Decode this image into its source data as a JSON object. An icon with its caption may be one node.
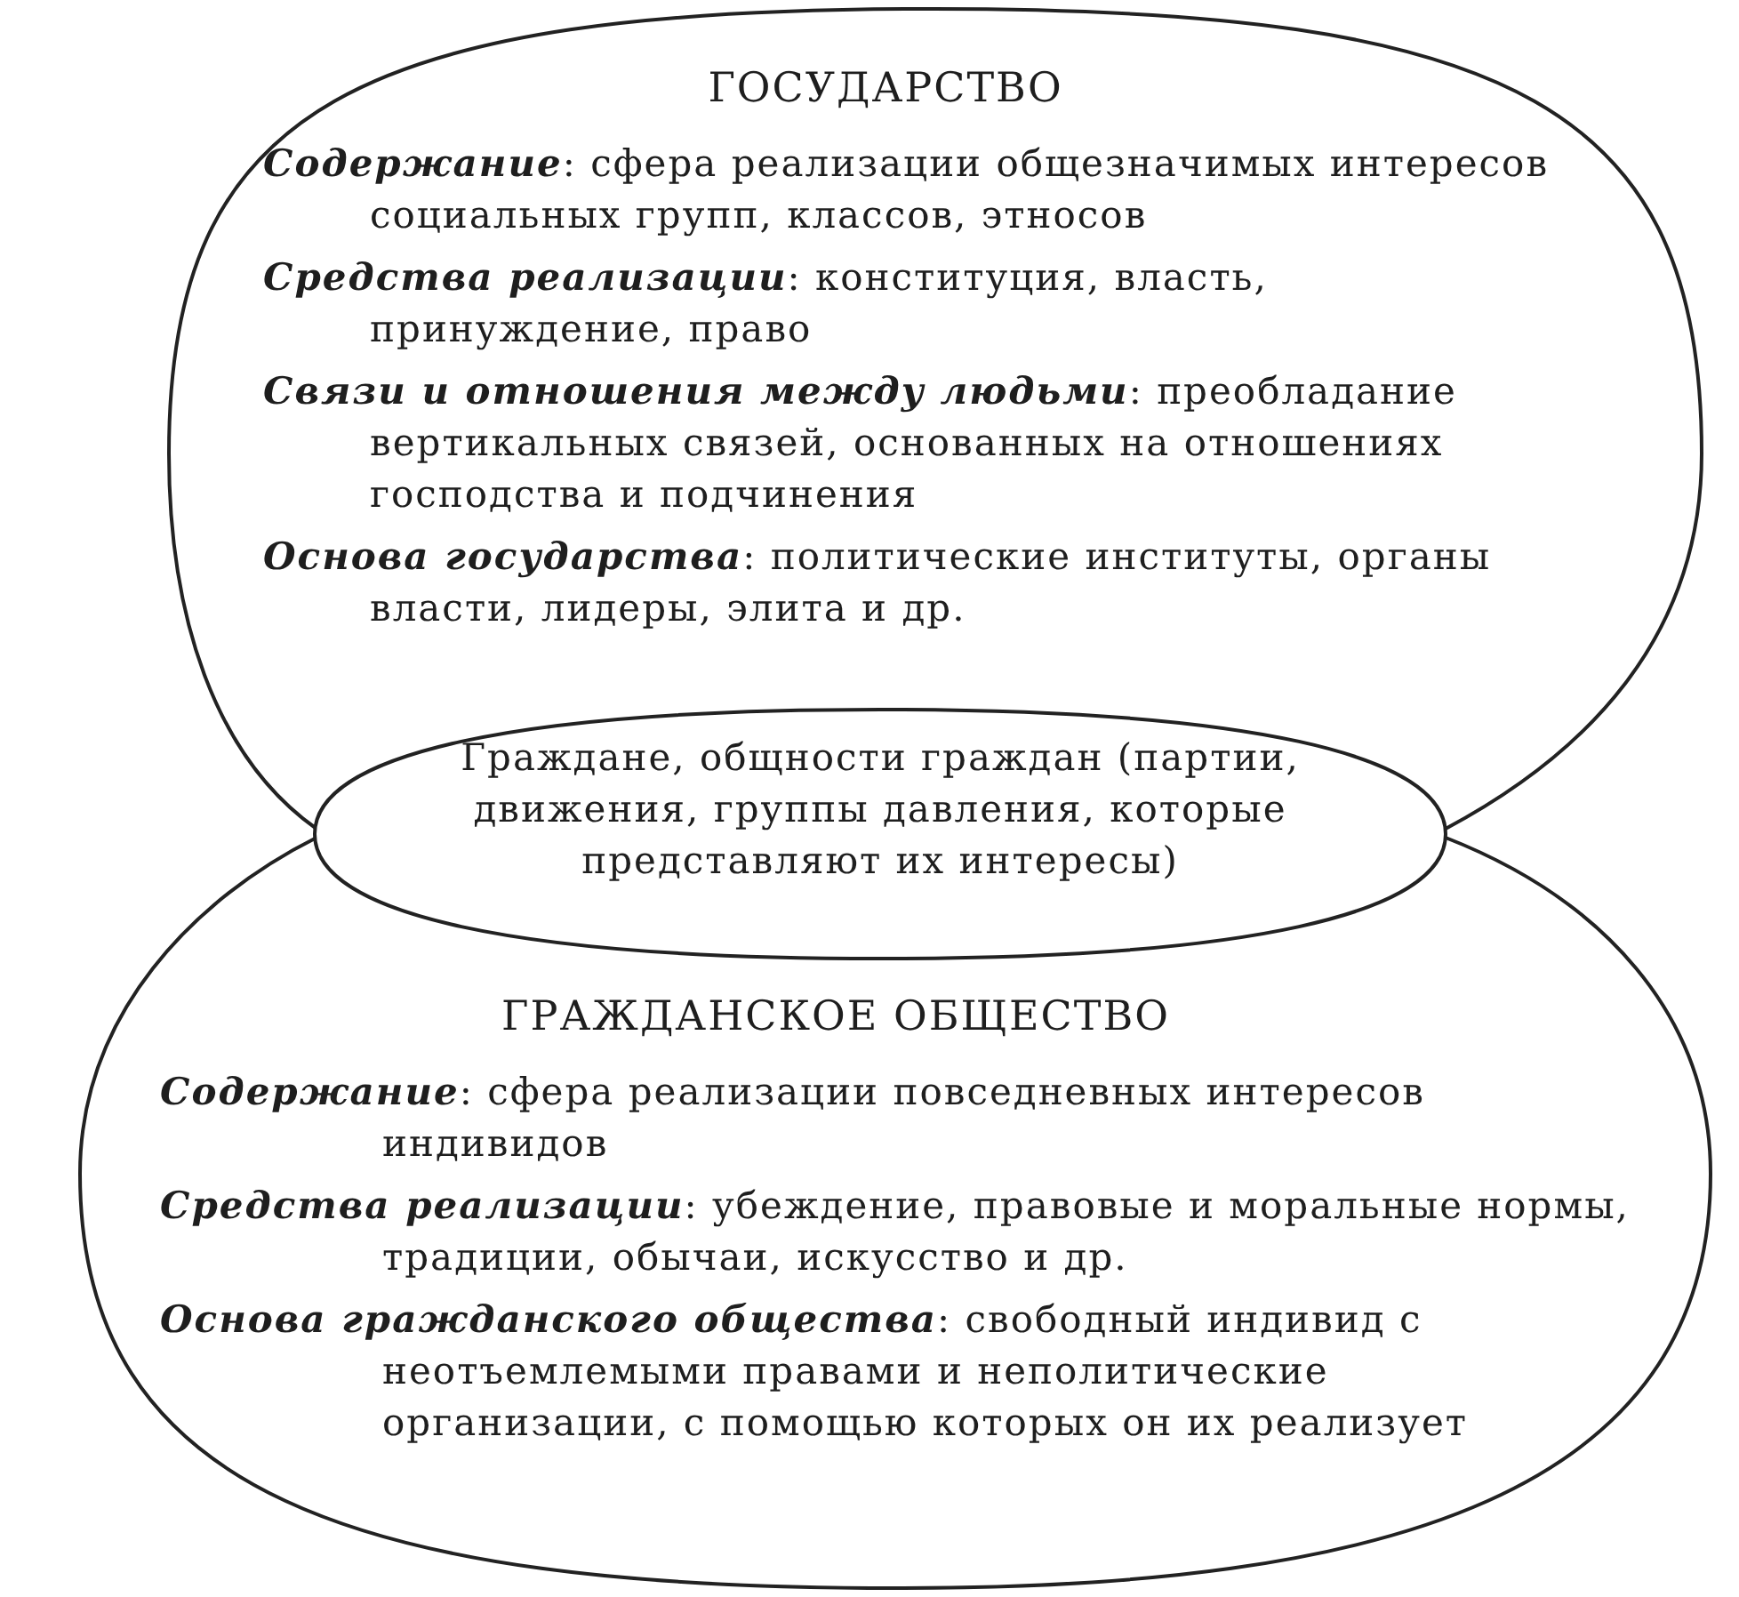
{
  "diagram": {
    "nodes": [
      {
        "text": [
          "ГОСУДАРСТВО",
          "*Содержание*: сфера реализации общезначимых интересов социальных групп, классов, этносов",
          "*Средства реализации*: конституция, власть, принуждение, право",
          "*Связи и отношения между людьми*: преобладание вертикальных связей, основанных на отношениях господства и подчинения",
          "*Основа государства*: политические институты, органы власти, лидеры, элита и др."
        ]
      },
      {
        "text": [
          "Граждане, общности граждан (партии, движения, группы давления, которые представляют их интересы)"
        ]
      },
      {
        "text": [
          "ГРАЖДАНСКОЕ ОБЩЕСТВО",
          "*Содержание*: сфера реализации повседневных интересов индивидов",
          "*Средства реализации*: убеждение, правовые и моральные нормы, традиции, обычаи, искусство и др.",
          "*Основа гражданского общества*: свободный индивид с неотъемлемыми правами и неполитические организации, с помощью которых он их реализует"
        ]
      }
    ]
  }
}
